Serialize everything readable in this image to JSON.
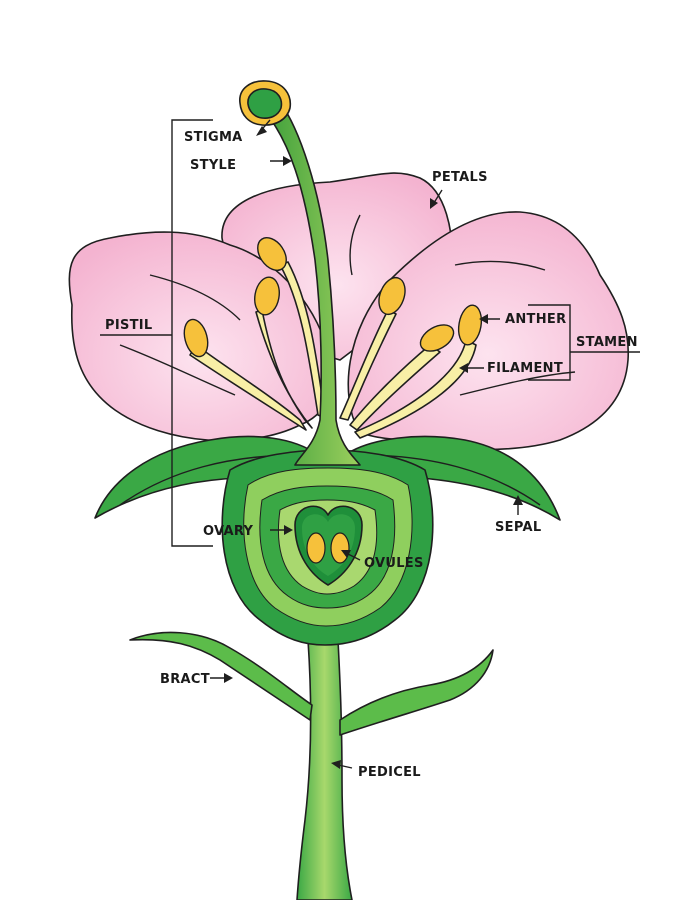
{
  "labels": {
    "stigma": "STIGMA",
    "style": "STYLE",
    "petals": "PETALS",
    "pistil": "PISTIL",
    "anther": "ANTHER",
    "stamen": "STAMEN",
    "filament": "FILAMENT",
    "ovary": "OVARY",
    "ovules": "OVULES",
    "sepal": "SEPAL",
    "bract": "BRACT",
    "pedicel": "PEDICEL"
  },
  "colors": {
    "petal": "#f5b8d3",
    "petal_light": "#fbd9e8",
    "green_dark": "#1f9a3e",
    "green_mid": "#52b848",
    "green_light": "#a9d86f",
    "anther": "#f6c13b",
    "filament": "#f8efa6"
  }
}
